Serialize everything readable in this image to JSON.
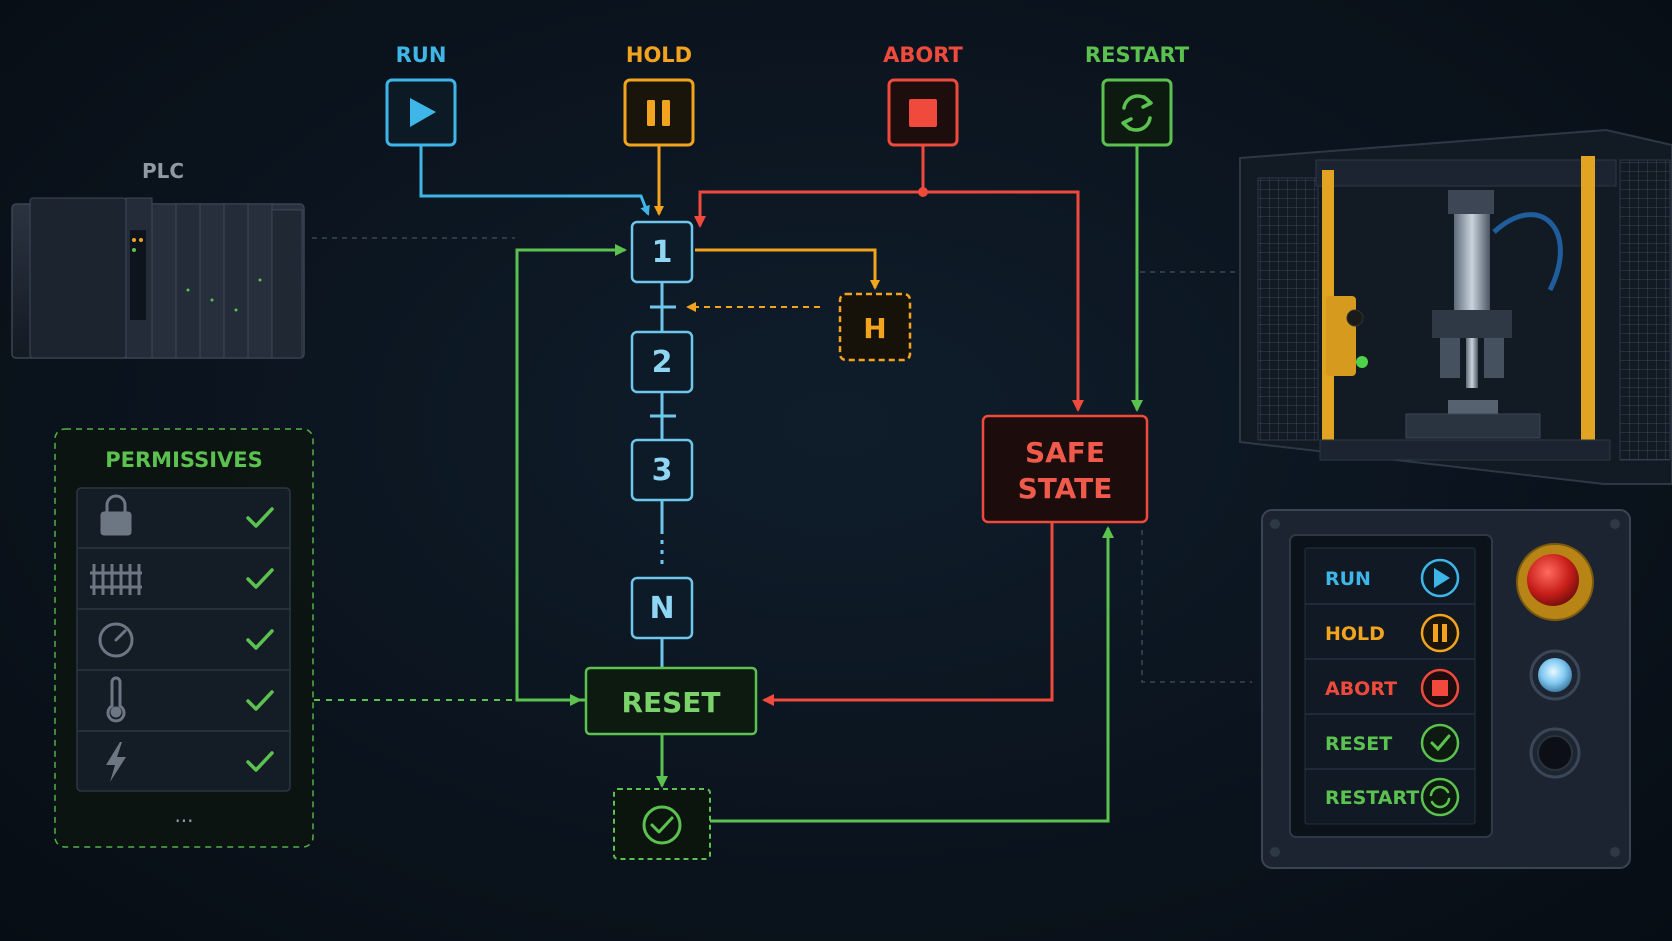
{
  "colors": {
    "background": "#0b141e",
    "run": "#3fb6e8",
    "hold": "#f2a41f",
    "abort": "#f04a3c",
    "green": "#5cc24f",
    "step_blue": "#6ec6ec",
    "plc_label": "#8f9aa5"
  },
  "commands": [
    {
      "id": "run",
      "label": "RUN",
      "icon": "play-icon"
    },
    {
      "id": "hold",
      "label": "HOLD",
      "icon": "pause-icon"
    },
    {
      "id": "abort",
      "label": "ABORT",
      "icon": "stop-icon"
    },
    {
      "id": "restart",
      "label": "RESTART",
      "icon": "refresh-icon"
    }
  ],
  "plc": {
    "label": "PLC"
  },
  "sequence": {
    "steps": [
      "1",
      "2",
      "3",
      "N"
    ],
    "hold_step": "H",
    "reset": "RESET",
    "safe_state": [
      "SAFE",
      "STATE"
    ],
    "confirm_icon": "check-circle-icon"
  },
  "permissives": {
    "title": "PERMISSIVES",
    "items": [
      {
        "icon": "lock-icon",
        "status": "check-icon"
      },
      {
        "icon": "fence-icon",
        "status": "check-icon"
      },
      {
        "icon": "gauge-icon",
        "status": "check-icon"
      },
      {
        "icon": "thermometer-icon",
        "status": "check-icon"
      },
      {
        "icon": "lightning-icon",
        "status": "check-icon"
      }
    ],
    "more": "..."
  },
  "control_panel": {
    "buttons": [
      {
        "label": "RUN",
        "icon": "play-icon"
      },
      {
        "label": "HOLD",
        "icon": "pause-icon"
      },
      {
        "label": "ABORT",
        "icon": "stop-icon"
      },
      {
        "label": "RESET",
        "icon": "check-circle-icon"
      },
      {
        "label": "RESTART",
        "icon": "refresh-icon"
      }
    ]
  }
}
